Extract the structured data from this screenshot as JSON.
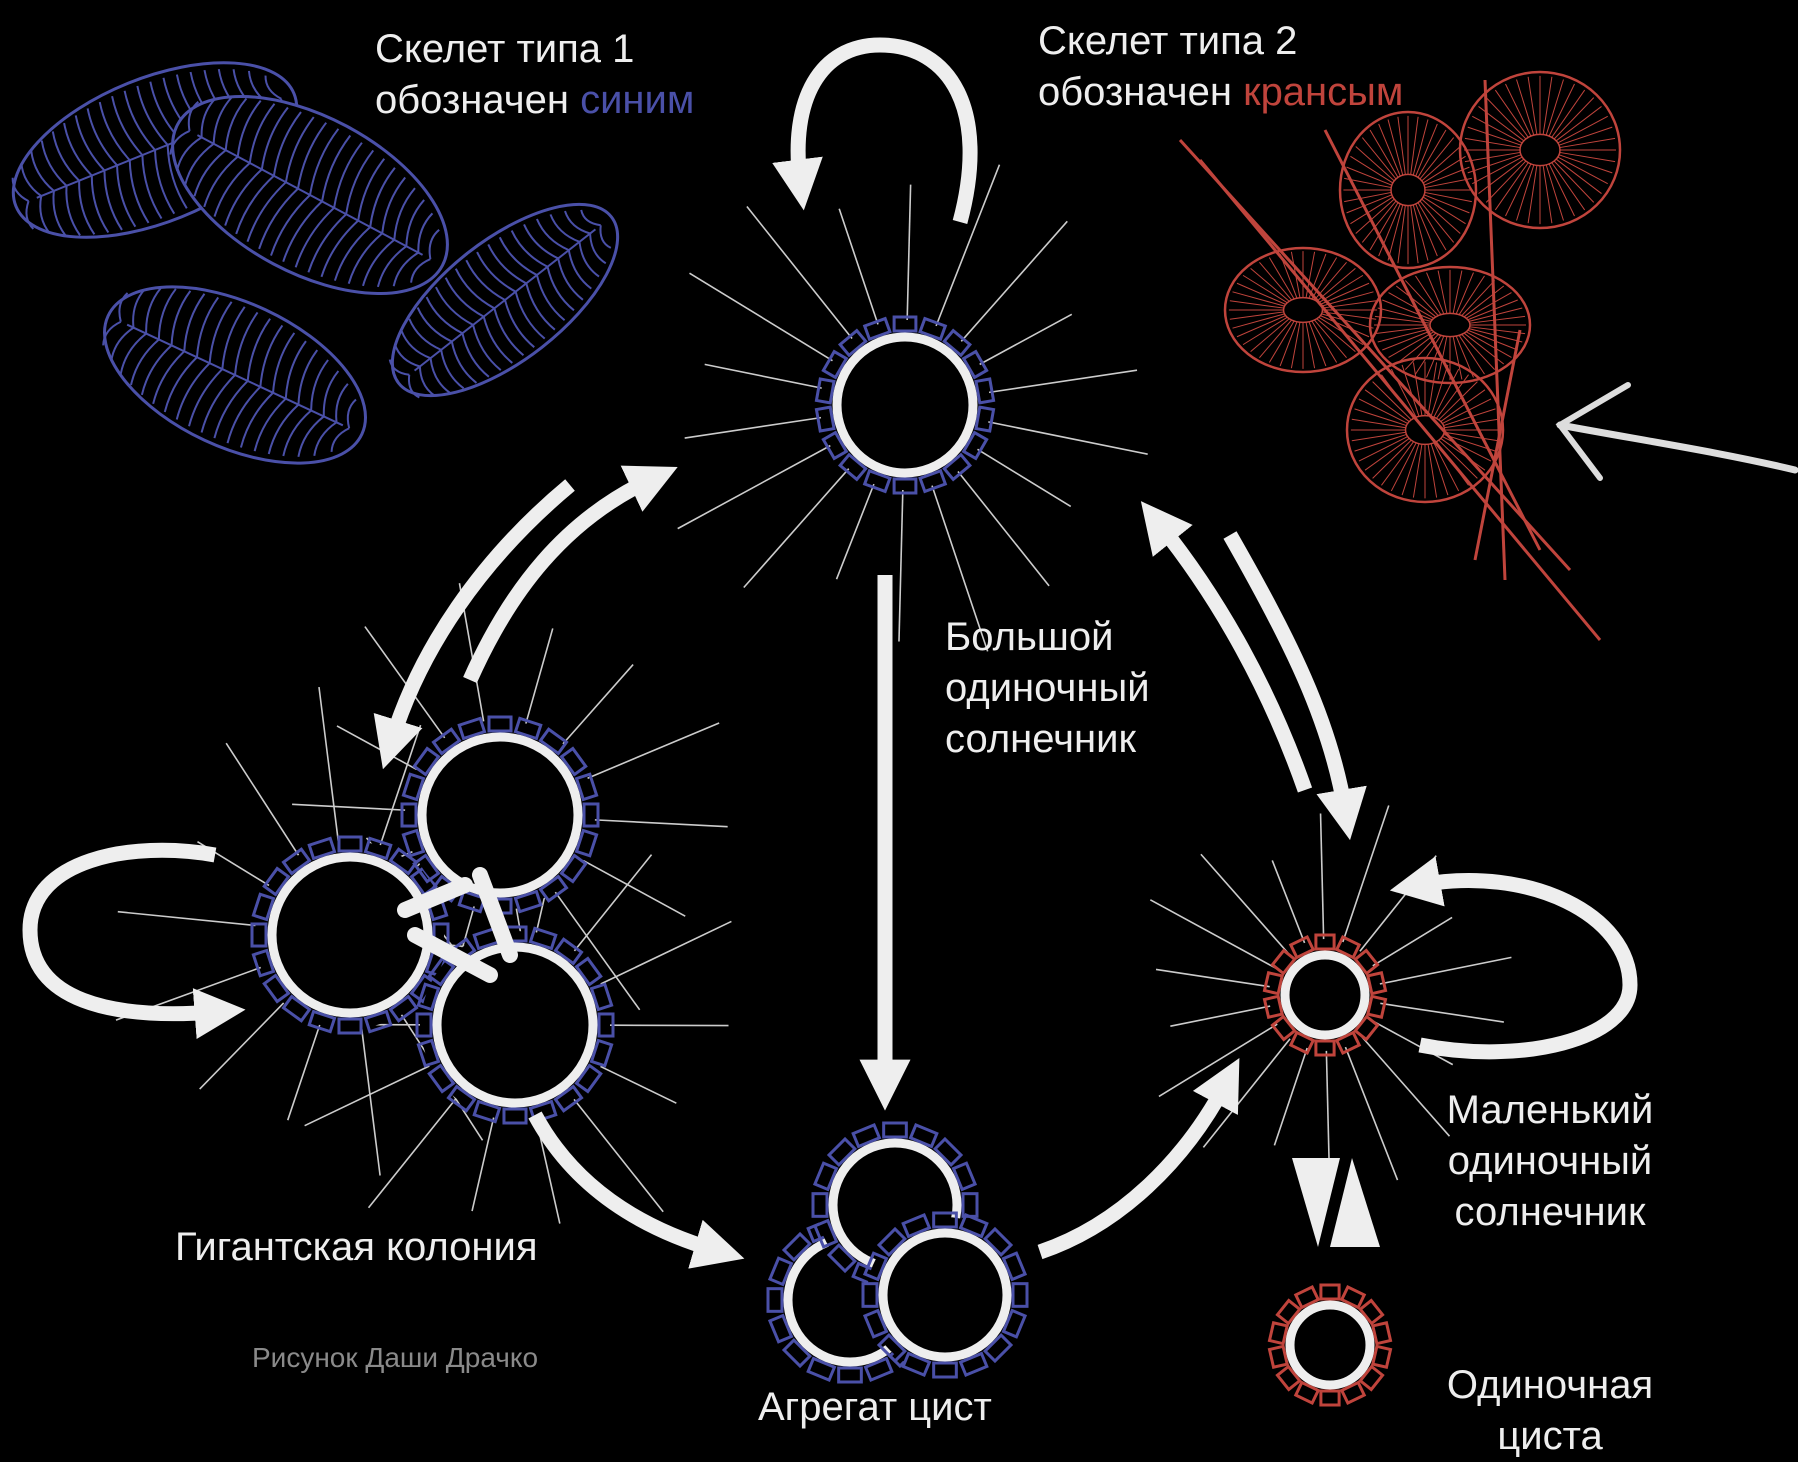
{
  "legend": {
    "type1": {
      "line1": "Скелет типа 1",
      "line2_prefix": "обозначен",
      "color_word": "синим"
    },
    "type2": {
      "line1": "Скелет типа 2",
      "line2_prefix": "обозначен",
      "color_word": "крансым"
    }
  },
  "stages": {
    "large_solitary": [
      "Большой",
      "одиночный",
      "солнечник"
    ],
    "giant_colony": "Гигантская колония",
    "cyst_aggregate": "Агрегат цист",
    "small_solitary": [
      "Маленький",
      "одиночный",
      "солнечник"
    ],
    "single_cyst": [
      "Одиночная",
      "циста"
    ]
  },
  "credit": "Рисунок Даши Драчко",
  "colors": {
    "background": "#000000",
    "type1": "#4a50a8",
    "type2": "#c0443c",
    "arrow": "#eeeeee"
  }
}
